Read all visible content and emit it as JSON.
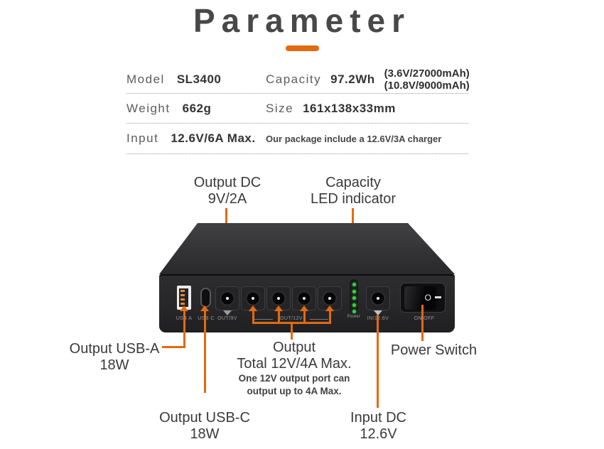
{
  "title": "Parameter",
  "specs": {
    "model_label": "Model",
    "model_value": "SL3400",
    "capacity_label": "Capacity",
    "capacity_value": "97.2Wh",
    "capacity_note1": "(3.6V/27000mAh)",
    "capacity_note2": "(10.8V/9000mAh)",
    "weight_label": "Weight",
    "weight_value": "662g",
    "size_label": "Size",
    "size_value": "161x138x33mm",
    "input_label": "Input",
    "input_value": "12.6V/6A Max.",
    "package_note": "Our package include a 12.6V/3A charger"
  },
  "device": {
    "port_labels": {
      "usb_a": "USB A",
      "usb_c": "USB C",
      "out_9v": "OUT/9V",
      "out_12v": "OUT/12V",
      "power_led": "Power",
      "in_dc": "IN/12.6V",
      "on_off": "ON/OFF"
    },
    "switch": {
      "off_symbol": "O"
    },
    "led_count": 5
  },
  "annotations": {
    "output_dc": {
      "line1": "Output DC",
      "line2": "9V/2A"
    },
    "capacity_led": {
      "line1": "Capacity",
      "line2": "LED indicator"
    },
    "output_usb_a": {
      "line1": "Output USB-A",
      "line2": "18W"
    },
    "output_12v": {
      "line1": "Output",
      "line2": "Total 12V/4A Max.",
      "line3": "One 12V output port can",
      "line4": "output up to 4A Max."
    },
    "power_switch": {
      "line1": "Power Switch"
    },
    "output_usb_c": {
      "line1": "Output USB-C",
      "line2": "18W"
    },
    "input_dc": {
      "line1": "Input DC",
      "line2": "12.6V"
    }
  },
  "colors": {
    "accent": "#e5690e",
    "led_green": "#38d341",
    "title_gray": "#484848"
  }
}
